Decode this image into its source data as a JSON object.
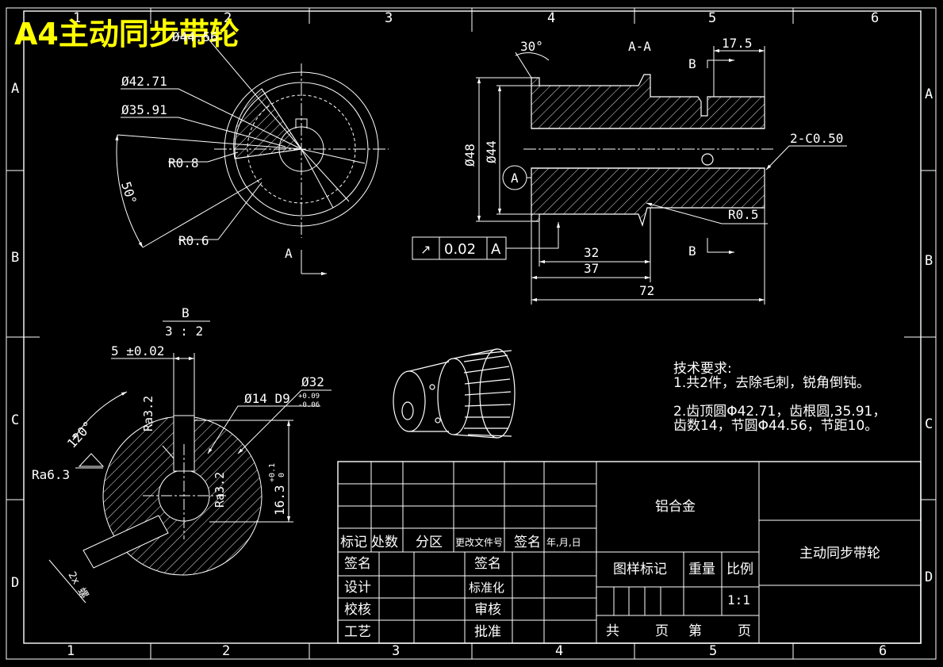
{
  "title": "A4主动同步带轮",
  "colors": {
    "background": "#000000",
    "lines": "#ffffff",
    "title": "#ffff00"
  },
  "zone_numbers_top": [
    "1",
    "2",
    "3",
    "4",
    "5",
    "6"
  ],
  "zone_numbers_bottom": [
    "1",
    "2",
    "3",
    "4",
    "5",
    "6"
  ],
  "zone_letters": [
    "A",
    "B",
    "C",
    "D"
  ],
  "front_view": {
    "dims": {
      "d_pitch": "Ø44.56",
      "d_tip": "Ø42.71",
      "d_root": "Ø35.91",
      "r_tip": "R0.8",
      "r_root": "R0.6",
      "angle": "50°"
    },
    "section_mark": "A"
  },
  "section_view": {
    "title": "A-A",
    "angle": "30°",
    "chamfer": "2-C0.50",
    "d_outer": "Ø48",
    "d_bore": "Ø44",
    "radius": "R0.5",
    "dim_17_5": "17.5",
    "dim_32": "32",
    "dim_37": "37",
    "dim_72": "72",
    "datum": "A",
    "section_b": "B",
    "tolerance": {
      "symbol": "↗",
      "value": "0.02",
      "datum": "A"
    }
  },
  "detail_b": {
    "name": "B",
    "scale": "3 : 2",
    "keyway_width": "5 ±0.02",
    "d_hub": "Ø32",
    "d_bore": "Ø14 D9",
    "bore_tol_upper": "+0.09",
    "bore_tol_lower": "-0.06",
    "roughness_1": "Ra3.2",
    "roughness_2": "Ra3.2",
    "roughness_3": "Ra6.3",
    "angle": "120°",
    "keyway_depth": "16.3",
    "depth_tol_upper": "+0.1",
    "depth_tol_lower": "0",
    "holes": "2x 螺"
  },
  "tech_requirements": {
    "heading": "技术要求:",
    "line1": "1.共2件，去除毛刺，锐角倒钝。",
    "line2": "2.齿顶圆Φ42.71，齿根圆,35.91，",
    "line3": "齿数14，节圆Φ44.56，节距10。"
  },
  "title_block": {
    "material": "铝合金",
    "part_name": "主动同步带轮",
    "header_cols": [
      "标记",
      "处数",
      "分区",
      "更改文件号",
      "签名",
      "年,月,日"
    ],
    "left_rows": [
      "签名",
      "设计",
      "校核",
      "工艺"
    ],
    "mid_rows": [
      "签名",
      "标准化",
      "审核",
      "批准"
    ],
    "stage_mark": "图样标记",
    "weight": "重量",
    "scale_label": "比例",
    "scale_value": "1:1",
    "pages": [
      "共",
      "页",
      "第",
      "页"
    ]
  }
}
